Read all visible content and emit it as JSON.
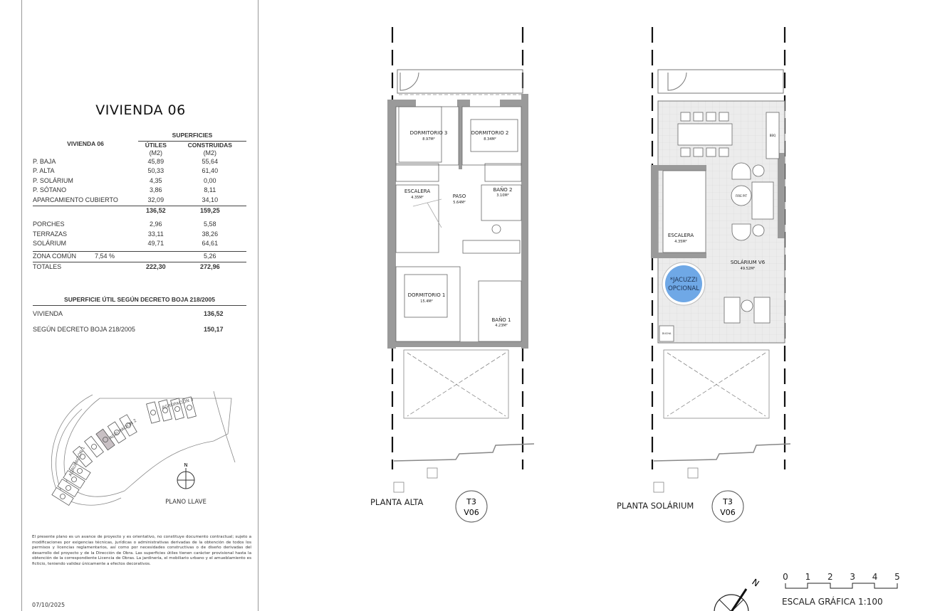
{
  "sheet": {
    "title": "VIVIENDA 06",
    "table": {
      "row_header": "VIVIENDA 06",
      "group_header": "SUPERFICIES",
      "col_utiles": "ÚTILES",
      "col_construidas": "CONSTRUIDAS",
      "unit": "(M2)",
      "rows": [
        {
          "label": "P. BAJA",
          "utiles": "45,89",
          "construidas": "55,64"
        },
        {
          "label": "P. ALTA",
          "utiles": "50,33",
          "construidas": "61,40"
        },
        {
          "label": "P. SOLÁRIUM",
          "utiles": "4,35",
          "construidas": "0,00"
        },
        {
          "label": "P. SÓTANO",
          "utiles": "3,86",
          "construidas": "8,11"
        },
        {
          "label": "APARCAMIENTO CUBIERTO",
          "utiles": "32,09",
          "construidas": "34,10"
        }
      ],
      "subtotal": {
        "utiles": "136,52",
        "construidas": "159,25"
      },
      "rows2": [
        {
          "label": "PORCHES",
          "utiles": "2,96",
          "construidas": "5,58"
        },
        {
          "label": "TERRAZAS",
          "utiles": "33,11",
          "construidas": "38,26"
        },
        {
          "label": "SOLÁRIUM",
          "utiles": "49,71",
          "construidas": "64,61"
        }
      ],
      "zona_comun": {
        "label": "ZONA COMÚN",
        "percent": "7,54 %",
        "construidas": "5,26"
      },
      "totales": {
        "label": "TOTALES",
        "utiles": "222,30",
        "construidas": "272,96"
      }
    },
    "decreto": {
      "heading": "SUPERFICIE ÚTIL SEGÚN DECRETO BOJA 218/2005",
      "rows": [
        {
          "label": "VIVIENDA",
          "value": "136,52"
        },
        {
          "label": "SEGÚN DECRETO BOJA 218/2005",
          "value": "150,17"
        }
      ]
    },
    "key_plan": {
      "groups": [
        "AGRUPACIÓN 1",
        "AGRUPACIÓN 2",
        "AGRUPACIÓN 3"
      ],
      "north": "N",
      "label": "PLANO LLAVE",
      "highlight_color": "#c8c0c4"
    },
    "disclaimer": "El presente plano es un avance de proyecto y es orientativo, no constituye documento contractual; sujeto a modificaciones por exigencias técnicas, jurídicas o administrativas derivadas de la obtención de todos los permisos y licencias reglamentarios, así como por necesidades constructivas o de diseño derivadas del desarrollo del proyecto y de la Dirección de Obra. Las superficies útiles tienen carácter provisional hasta la obtención de la correspondiente Licencia de Obras. La jardinería, el mobiliario urbano y el amueblamiento es ficticio, teniendo validez únicamente a efectos decorativos.",
    "date": "07/10/2025"
  },
  "plans": {
    "alta": {
      "label": "PLANTA ALTA",
      "badge": [
        "T3",
        "V06"
      ],
      "rooms": [
        {
          "name": "DORMITORIO 3",
          "area": "8.97M²"
        },
        {
          "name": "DORMITORIO 2",
          "area": "8.34M²"
        },
        {
          "name": "ESCALERA",
          "area": "4.35M²"
        },
        {
          "name": "PASO",
          "area": "5.64M²"
        },
        {
          "name": "BAÑO 2",
          "area": "3.10M²"
        },
        {
          "name": "DORMITORIO 1",
          "area": "15.4M²"
        },
        {
          "name": "BAÑO 1",
          "area": "4.23M²"
        }
      ]
    },
    "solarium": {
      "label": "PLANTA SOLÁRIUM",
      "badge": [
        "T3",
        "V06"
      ],
      "rooms": [
        {
          "name": "ESCALERA",
          "area": "4.35M²"
        },
        {
          "name": "SOLÁRIUM V6",
          "area": "49.52M²"
        }
      ],
      "jacuzzi": [
        "*JACUZZI",
        "OPCIONAL"
      ],
      "jacuzzi_color": "#6fa8e6",
      "fire_pit": "FIRE PIT",
      "bbq": "BBQ",
      "ducha": "DUCHA"
    }
  },
  "compass": {
    "north": "N"
  },
  "scale_bar": {
    "ticks": [
      "0",
      "1",
      "2",
      "3",
      "4",
      "5"
    ],
    "label": "ESCALA GRÁFICA",
    "ratio": "1:100"
  },
  "colors": {
    "wall": "#9a9a9a",
    "line": "#555555",
    "tile": "#e6e6e6"
  }
}
